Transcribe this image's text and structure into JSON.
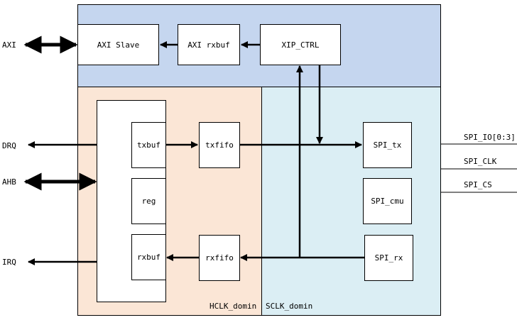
{
  "colors": {
    "top_region": "#c5d6ef",
    "hclk_region": "#fbe6d6",
    "sclk_region": "#dbeef4",
    "stroke": "#000000"
  },
  "regions": {
    "hclk_label": "HCLK_domin",
    "sclk_label": "SCLK_domin"
  },
  "blocks": {
    "axi_slave": "AXI Slave",
    "axi_rxbuf": "AXI rxbuf",
    "xip_ctrl": "XIP_CTRL",
    "txbuf": "txbuf",
    "reg": "reg",
    "rxbuf": "rxbuf",
    "txfifo": "txfifo",
    "rxfifo": "rxfifo",
    "spi_tx": "SPI_tx",
    "spi_cmu": "SPI_cmu",
    "spi_rx": "SPI_rx"
  },
  "external": {
    "axi": "AXI",
    "drq": "DRQ",
    "ahb": "AHB",
    "irq": "IRQ"
  },
  "pins": {
    "spi_io": "SPI_IO[0:3]",
    "spi_clk": "SPI_CLK",
    "spi_cs": "SPI_CS"
  }
}
